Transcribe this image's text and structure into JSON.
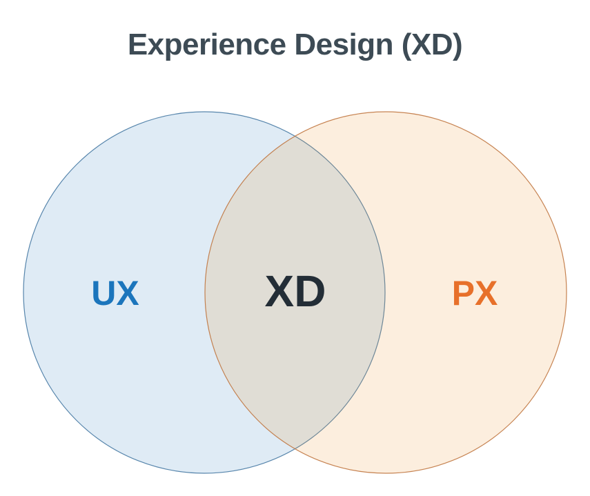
{
  "title": "Experience Design (XD)",
  "colors": {
    "background": "#ffffff",
    "title_text": "#3d4b55"
  },
  "venn": {
    "left_set": {
      "label": "UX",
      "fill": "#4c91ca",
      "stroke": "#4679a3",
      "label_color": "#1b75bc"
    },
    "right_set": {
      "label": "PX",
      "fill": "#eb8e23",
      "stroke": "#c0763f",
      "label_color": "#e7702a"
    },
    "overlap": {
      "label": "XD",
      "label_color": "#232d36"
    }
  }
}
